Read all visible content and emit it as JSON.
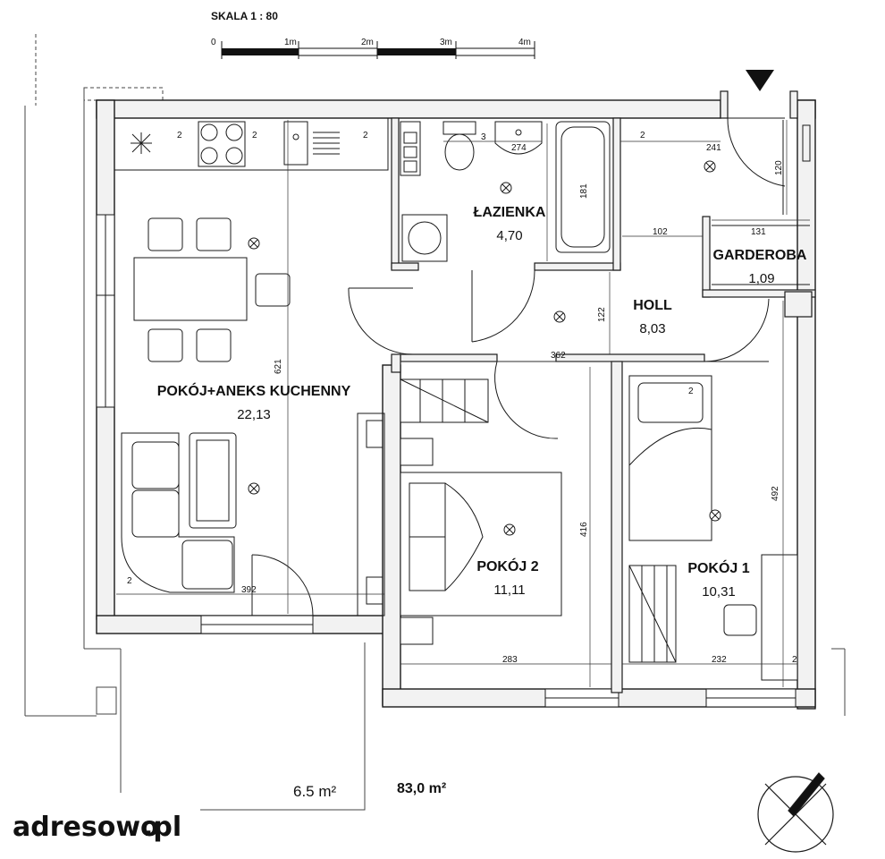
{
  "scale": {
    "title": "SKALA  1 : 80",
    "ticks": [
      "0",
      "1m",
      "2m",
      "3m",
      "4m"
    ]
  },
  "rooms": [
    {
      "name": "POKÓJ+ANEKS KUCHENNY",
      "area": "22,13"
    },
    {
      "name": "ŁAZIENKA",
      "area": "4,70"
    },
    {
      "name": "GARDEROBA",
      "area": "1,09"
    },
    {
      "name": "HOLL",
      "area": "8,03"
    },
    {
      "name": "POKÓJ 2",
      "area": "11,11"
    },
    {
      "name": "POKÓJ 1",
      "area": "10,31"
    }
  ],
  "dimensions": [
    "621",
    "392",
    "181",
    "274",
    "241",
    "120",
    "102",
    "131",
    "122",
    "362",
    "416",
    "283",
    "492",
    "232",
    "3"
  ],
  "socket_marks": "2",
  "terrace_area": "6.5 m²",
  "total_area": "83,0 m²",
  "logo": {
    "name": "adresowo",
    "suffix": ".pl"
  },
  "colors": {
    "wall": "#f2f2f2",
    "line": "#1a1a1a",
    "logo_bg": "#ffffff"
  }
}
